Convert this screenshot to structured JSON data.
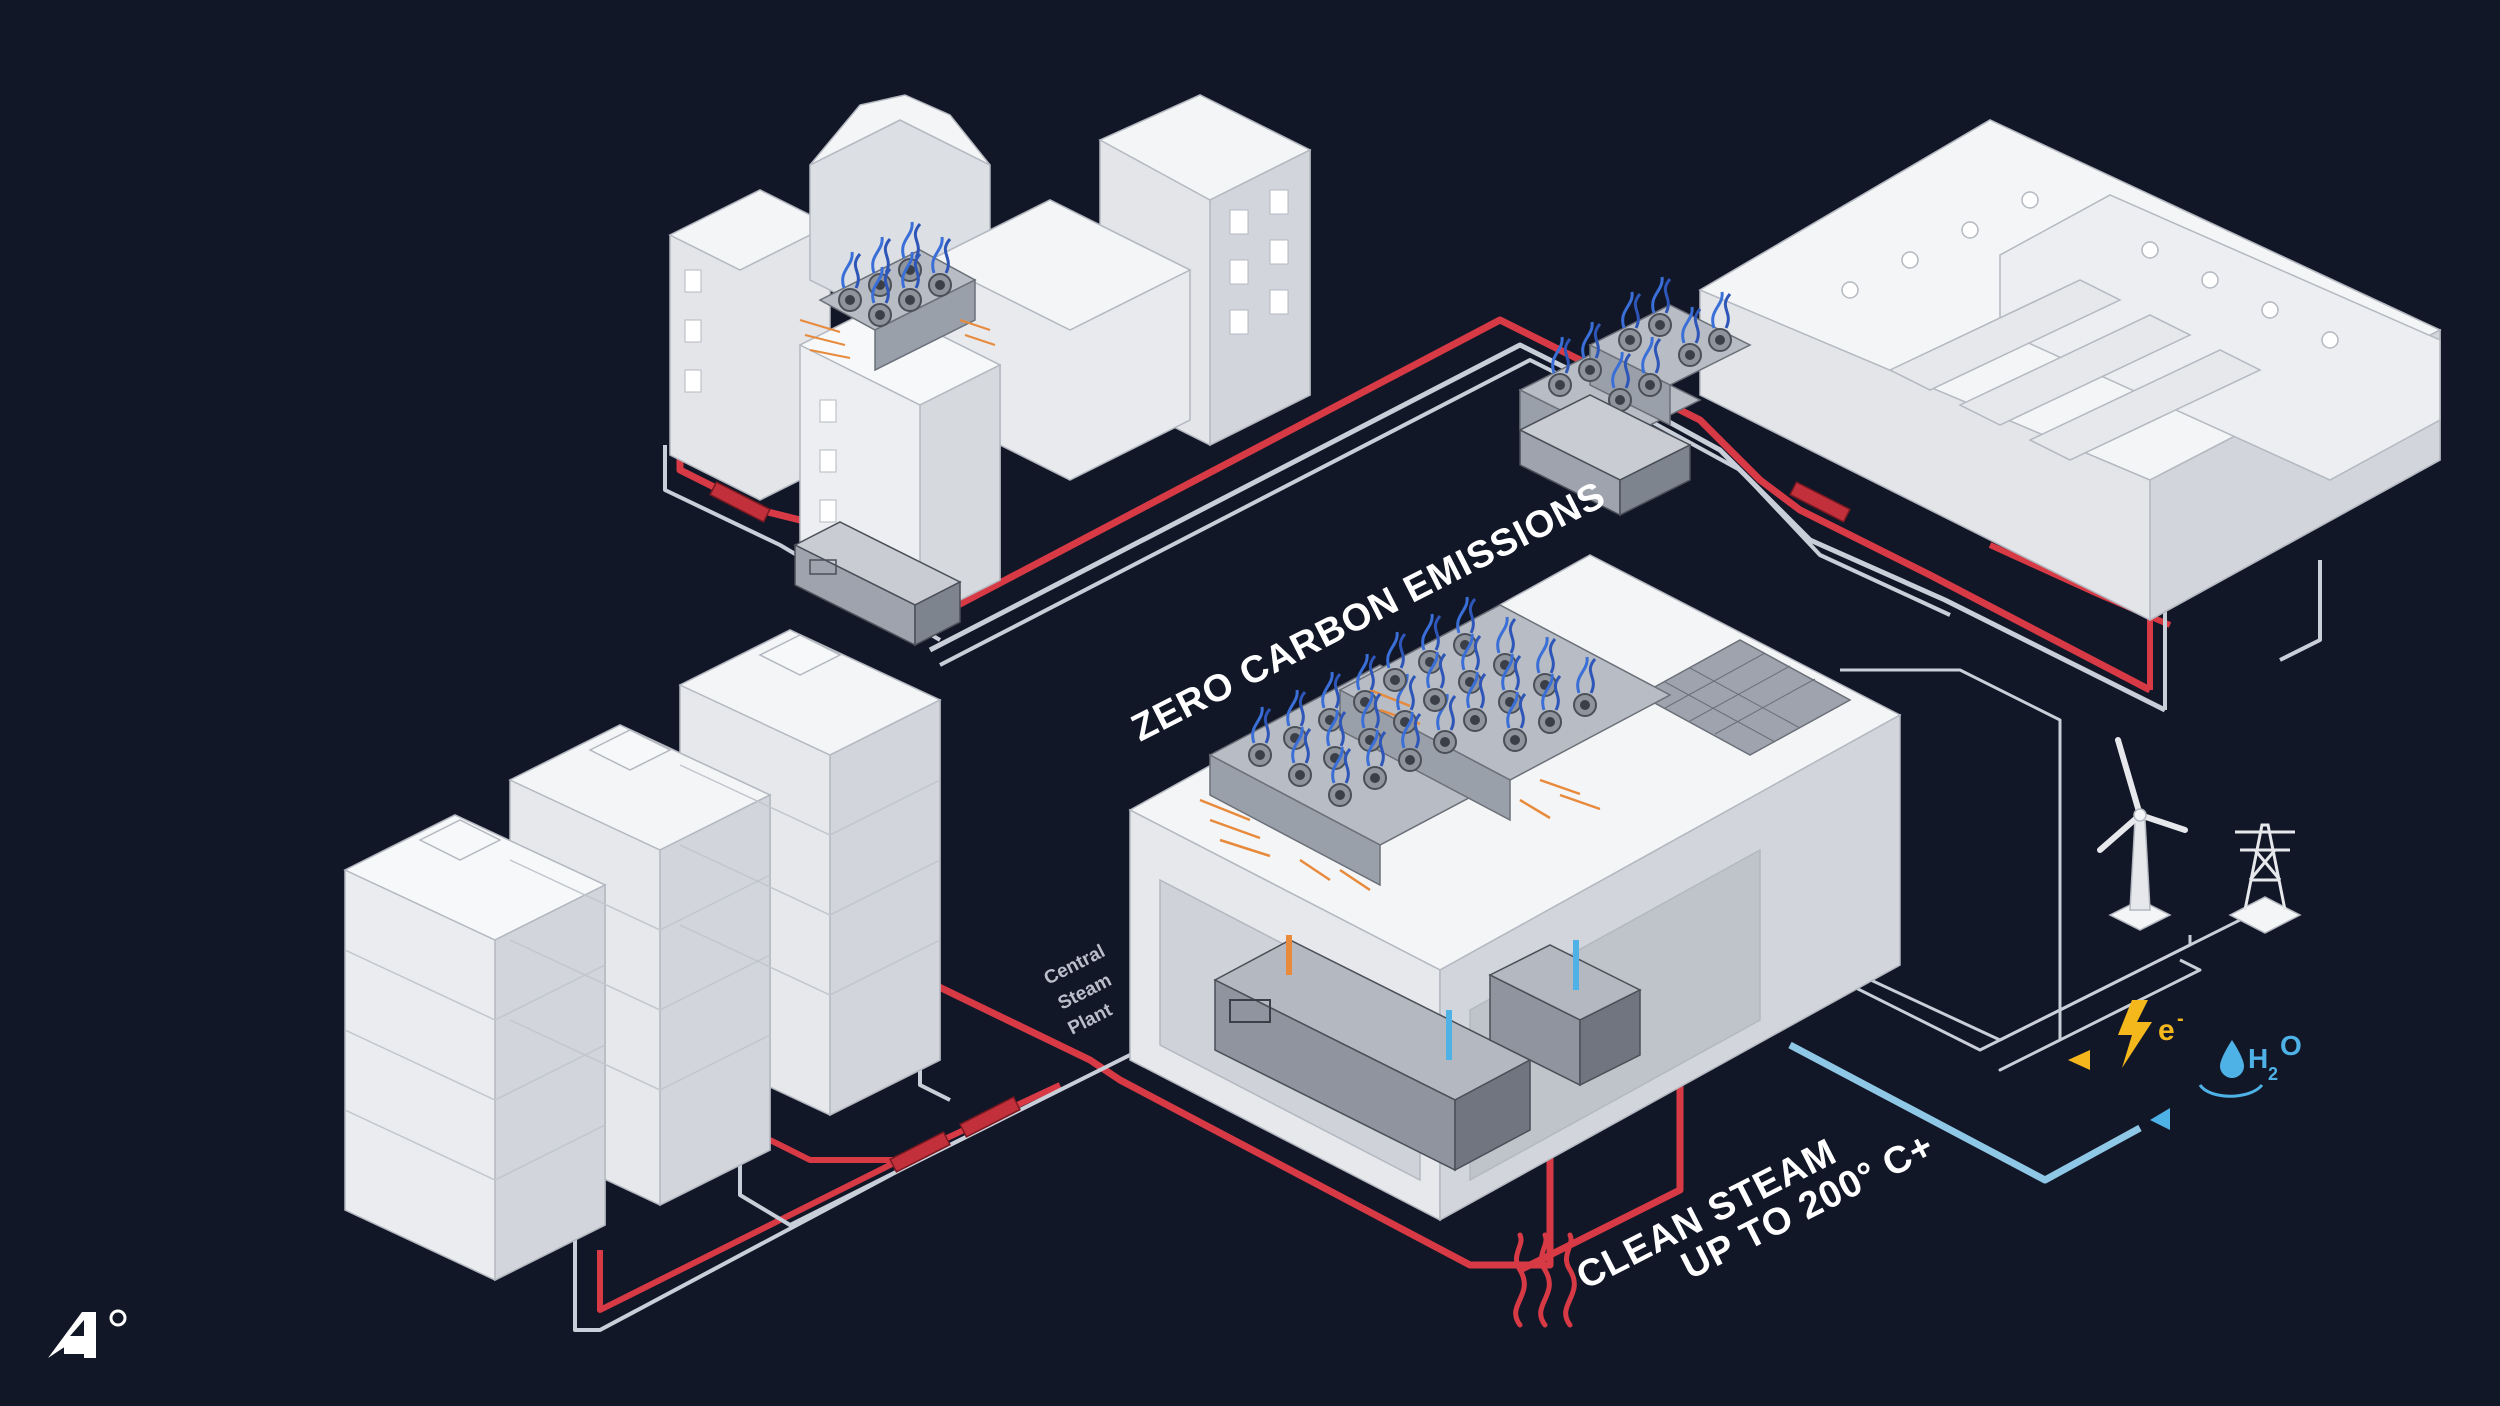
{
  "labels": {
    "zero_carbon": "ZERO CARBON EMISSIONS",
    "central_line1": "Central",
    "central_line2": "Steam",
    "central_line3": "Plant",
    "clean_steam_line1": "CLEAN STEAM",
    "clean_steam_line2": "UP TO 200° C+",
    "electron": "e",
    "electron_sup": "-",
    "water_h": "H",
    "water_sub": "2",
    "water_o": "O"
  },
  "colors": {
    "background": "#121728",
    "steam_pipe": "#d83a45",
    "return_pipe": "#c9cfd9",
    "water_pipe": "#8fc8e6",
    "building_top": "#f4f5f7",
    "building_left": "#e3e5e9",
    "building_right": "#d2d5db",
    "electricity": "#f5b81c",
    "water": "#4fb2e6",
    "fan_blue": "#3a6fd8",
    "heat_orange": "#e88a3c"
  },
  "icons": {
    "logo": "fourth-degree-logo",
    "steam": "steam-heat-icon",
    "electricity": "lightning-icon",
    "water": "water-drop-icon",
    "wind": "wind-turbine-icon",
    "grid": "transmission-tower-icon"
  }
}
